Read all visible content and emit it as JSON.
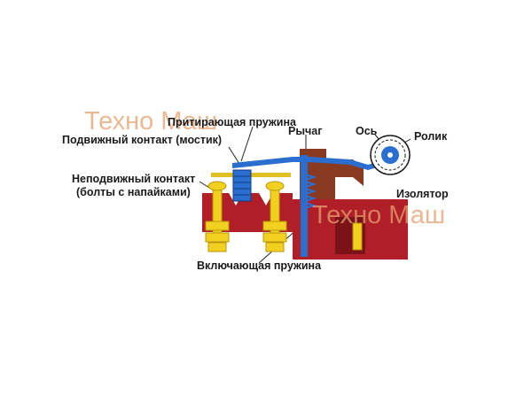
{
  "labels": {
    "pressing_spring": "Притирающая пружина",
    "moving_contact": "Подвижный контакт (мостик)",
    "lever": "Рычаг",
    "axis": "Ось",
    "roller": "Ролик",
    "fixed_contact_line1": "Неподвижный контакт",
    "fixed_contact_line2": "(болты с напайками)",
    "insulator": "Изолятор",
    "closing_spring": "Включающая пружина"
  },
  "watermark": {
    "text_1": "Техно Маш",
    "text_2": "Техно Маш"
  },
  "colors": {
    "insulator_red": "#b01e28",
    "lever_brown": "#8b3a22",
    "spring_blue": "#2a6fd0",
    "bolt_yellow": "#f2d020",
    "watermark": "#e6a070"
  }
}
